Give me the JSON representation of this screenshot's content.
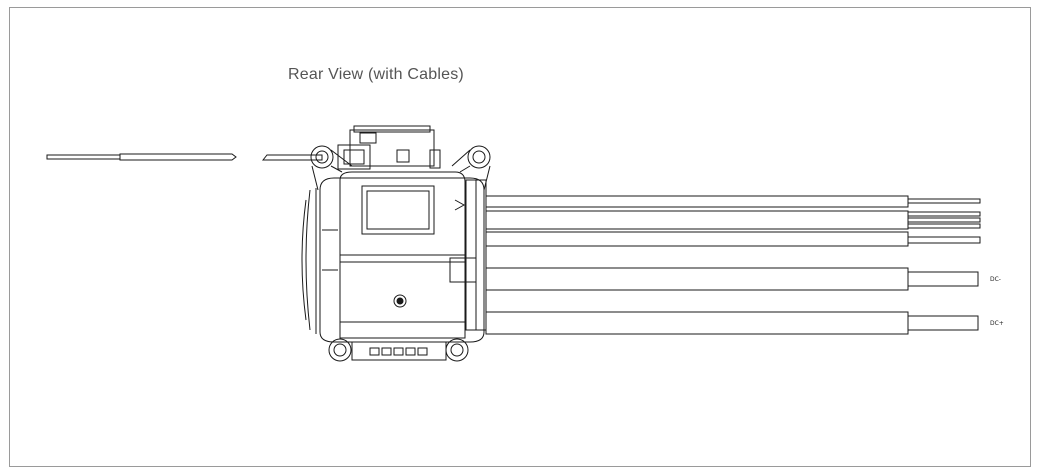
{
  "drawing": {
    "title": "Rear View (with Cables)",
    "labels": {
      "dc_minus": "DC-",
      "dc_plus": "DC+"
    },
    "line_color": "#1a1a1a",
    "frame_color": "#9a9a9a"
  }
}
